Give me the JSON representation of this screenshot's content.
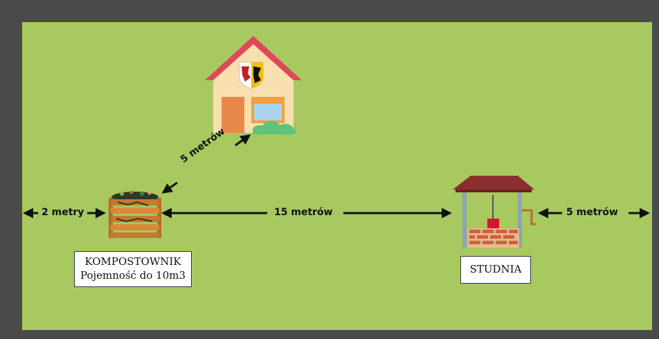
{
  "labels": {
    "compost_title": "KOMPOSTOWNIK",
    "compost_capacity": "Pojemność do 10m3",
    "well": "STUDNIA"
  },
  "distances": {
    "left_edge": "2 metry",
    "compost_to_well": "15 metrów",
    "well_to_edge": "5 metrów",
    "compost_to_house": "5 metrów"
  },
  "colors": {
    "field": "#a8c860",
    "border": "#4a4a4a",
    "roof": "#e0475a",
    "house_wall": "#f7dfb0",
    "door": "#e8894a",
    "window_frame": "#f0a040",
    "bush": "#5ec47a",
    "well_roof": "#8b2e2e",
    "brick": "#d0603a",
    "crate": "#c87830"
  },
  "icons": [
    "house-icon",
    "coat-of-arms-icon",
    "compost-bin-icon",
    "well-icon"
  ]
}
